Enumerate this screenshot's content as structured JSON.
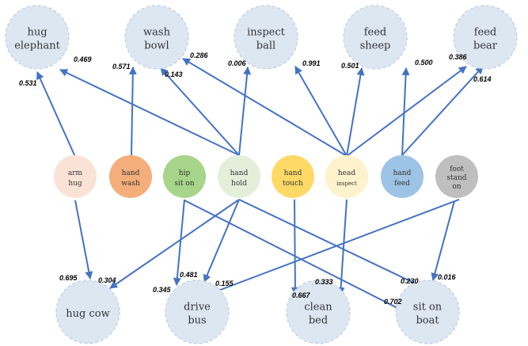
{
  "top_nodes": [
    {
      "lines": [
        "hug",
        "elephant"
      ]
    },
    {
      "lines": [
        "wash",
        "bowl"
      ]
    },
    {
      "lines": [
        "inspect",
        "ball"
      ]
    },
    {
      "lines": [
        "feed",
        "sheep"
      ]
    },
    {
      "lines": [
        "feed",
        "bear"
      ]
    }
  ],
  "middle_nodes": [
    {
      "lines": [
        "arm",
        "hug"
      ],
      "color": "#fae3d6",
      "text_color": "#555555"
    },
    {
      "lines": [
        "hand",
        "wash"
      ],
      "color": "#f4ae7b",
      "text_color": "#444444"
    },
    {
      "lines": [
        "hip",
        "sit on"
      ],
      "color": "#a7d58a",
      "text_color": "#333333"
    },
    {
      "lines": [
        "hand",
        "hold"
      ],
      "color": "#e3efdb",
      "text_color": "#555555"
    },
    {
      "lines": [
        "hand",
        "touch"
      ],
      "color": "#ffd966",
      "text_color": "#444444"
    },
    {
      "lines": [
        "head",
        "inspect"
      ],
      "color": "#fff2cc",
      "text_color": "#555555"
    },
    {
      "lines": [
        "hand",
        "feed"
      ],
      "color": "#9dc3e6",
      "text_color": "#ffffff"
    },
    {
      "lines": [
        "foot",
        "stand",
        "on"
      ],
      "color": "#bfbfbf",
      "text_color": "#444444"
    }
  ],
  "bottom_nodes": [
    {
      "lines": [
        "hug cow"
      ]
    },
    {
      "lines": [
        "drive",
        "bus"
      ]
    },
    {
      "lines": [
        "clean",
        "bed"
      ]
    },
    {
      "lines": [
        "sit on",
        "boat"
      ]
    }
  ],
  "edges_up": [
    {
      "from": 0,
      "to": 0,
      "weight": "0.531"
    },
    {
      "from": 1,
      "to": 1,
      "weight": "0.571"
    },
    {
      "from": 3,
      "to": 0,
      "weight": "0.469"
    },
    {
      "from": 3,
      "to": 1,
      "weight": "0.143"
    },
    {
      "from": 3,
      "to": 2,
      "weight": "0.006"
    },
    {
      "from": 5,
      "to": 1,
      "weight": "0.286"
    },
    {
      "from": 5,
      "to": 2,
      "weight": "0.991"
    },
    {
      "from": 5,
      "to": 3,
      "weight": "0.501"
    },
    {
      "from": 5,
      "to": 4,
      "weight": "0.386"
    },
    {
      "from": 6,
      "to": 3,
      "weight": "0.500"
    },
    {
      "from": 6,
      "to": 4,
      "weight": "0.614"
    }
  ],
  "edges_down": [
    {
      "from": 0,
      "to": 0,
      "weight": "0.695"
    },
    {
      "from": 3,
      "to": 0,
      "weight": "0.304"
    },
    {
      "from": 2,
      "to": 1,
      "weight": "0.345"
    },
    {
      "from": 3,
      "to": 1,
      "weight": "0.481"
    },
    {
      "from": 7,
      "to": 1,
      "weight": "0.155"
    },
    {
      "from": 4,
      "to": 2,
      "weight": "0.667"
    },
    {
      "from": 5,
      "to": 2,
      "weight": "0.333"
    },
    {
      "from": 2,
      "to": 3,
      "weight": "0.702"
    },
    {
      "from": 3,
      "to": 3,
      "weight": "0.230"
    },
    {
      "from": 7,
      "to": 3,
      "weight": "0.016"
    }
  ],
  "colors": {
    "edge": "#4472c4",
    "action_fill": "#dde7f2"
  }
}
